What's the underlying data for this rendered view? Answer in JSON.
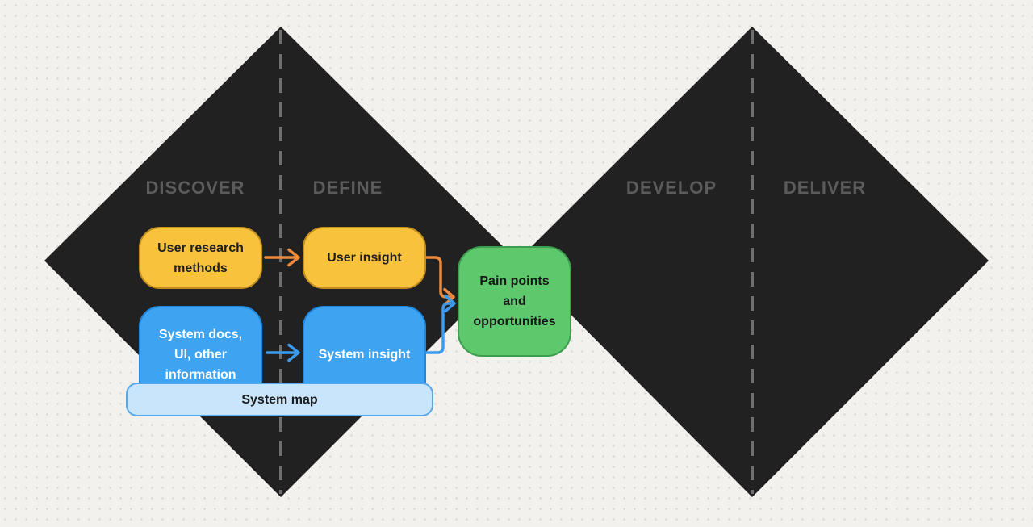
{
  "diagram": {
    "type": "double-diamond-process",
    "phases": [
      {
        "label": "DISCOVER"
      },
      {
        "label": "DEFINE"
      },
      {
        "label": "DEVELOP"
      },
      {
        "label": "DELIVER"
      }
    ],
    "nodes": {
      "user_research": {
        "lines": [
          "User research",
          "methods"
        ],
        "color": "#F9C23D"
      },
      "user_insight": {
        "lines": [
          "User insight"
        ],
        "color": "#F9C23D"
      },
      "system_docs": {
        "lines": [
          "System docs,",
          "UI, other",
          "information"
        ],
        "color": "#3EA4F2"
      },
      "system_insight": {
        "lines": [
          "System insight"
        ],
        "color": "#3EA4F2"
      },
      "pain_points": {
        "lines": [
          "Pain points",
          "and",
          "opportunities"
        ],
        "color": "#5DC96C"
      },
      "system_map": {
        "lines": [
          "System map"
        ],
        "color": "#C9E5FB"
      }
    },
    "connectors": [
      {
        "from": "user_research",
        "to": "user_insight",
        "color": "#EE8B3B"
      },
      {
        "from": "system_docs",
        "to": "system_insight",
        "color": "#3E9BEB"
      },
      {
        "from": "user_insight",
        "to": "pain_points",
        "color": "#EE8B3B"
      },
      {
        "from": "system_insight",
        "to": "pain_points",
        "color": "#3E9BEB"
      }
    ],
    "colors": {
      "background": "#F2F1EE",
      "background_dots": "#DBD9D4",
      "diamond_fill": "#212121",
      "phase_label": "#5B5B5B",
      "dashed_line": "#6F6F6F",
      "yellow_border": "#C38E1D",
      "blue_border": "#1F87DE",
      "green_border": "#3D9F4D",
      "lightblue_border": "#55A8EC",
      "dark_text": "#1E1E1E",
      "light_text": "#FFFFFF"
    }
  }
}
